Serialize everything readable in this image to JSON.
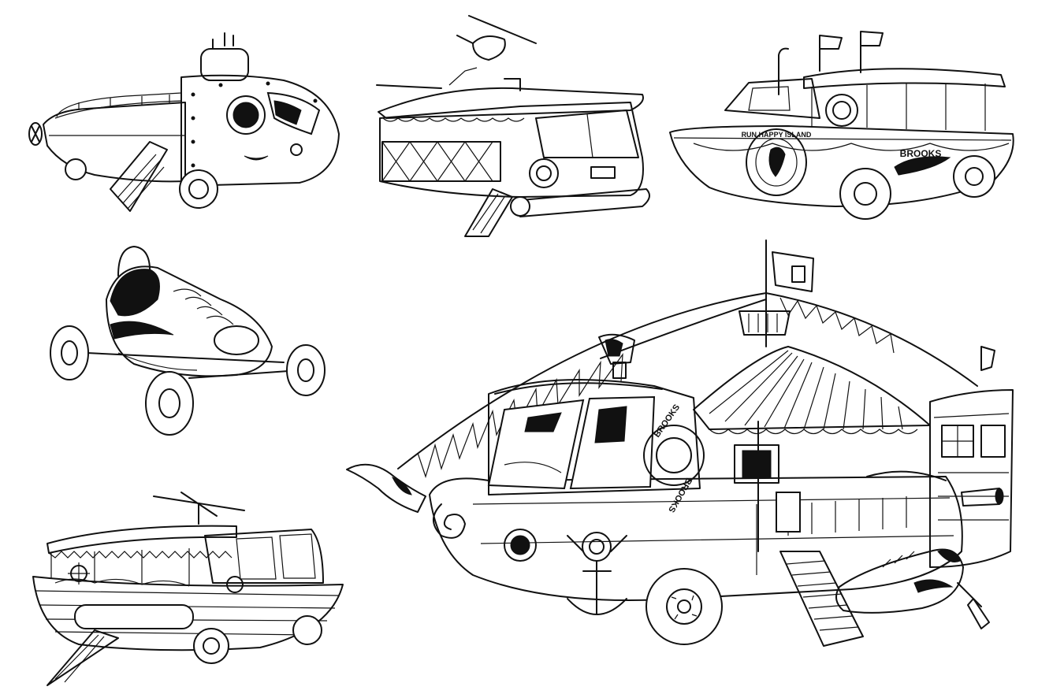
{
  "sheet": {
    "background": "#ffffff",
    "ink_color": "#111111",
    "vehicles": [
      {
        "name": "submarine-car",
        "labels": []
      },
      {
        "name": "tour-bus-boat",
        "labels": []
      },
      {
        "name": "amphibious-duck-boat",
        "labels": [
          "RUN HAPPY ISLAND",
          "BROOKS"
        ]
      },
      {
        "name": "shoe-go-kart",
        "labels": []
      },
      {
        "name": "helicopter-boat",
        "labels": []
      },
      {
        "name": "pirate-ship-bus",
        "labels": [
          "BROOKS",
          "BROOKS"
        ]
      }
    ]
  },
  "texts": {
    "duck_emblem": "RUN HAPPY ISLAND",
    "duck_brand": "BROOKS",
    "ship_ring_top": "BROOKS",
    "ship_ring_bottom": "BROOKS"
  }
}
